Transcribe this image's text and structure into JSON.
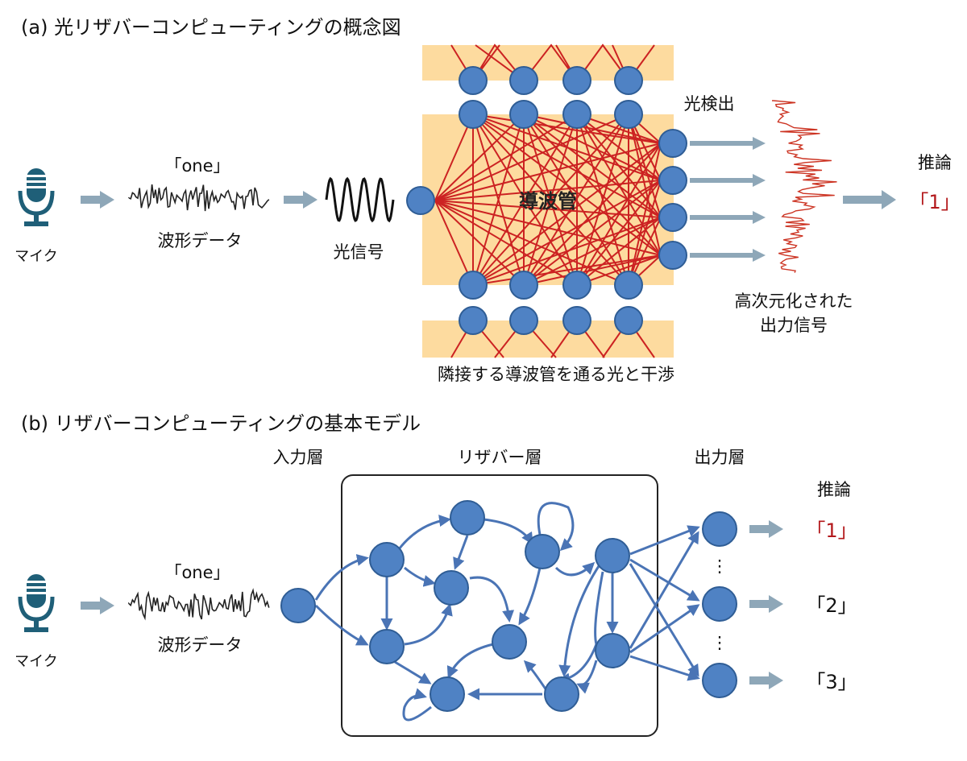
{
  "panel_a": {
    "title": "(a) 光リザバーコンピューティングの概念図",
    "word": "「one」",
    "mic_label": "マイク",
    "waveform_label": "波形データ",
    "optical_signal_label": "光信号",
    "waveguide_label": "導波管",
    "photodetect_label": "光検出",
    "output_signal_label_line1": "高次元化された",
    "output_signal_label_line2": "出力信号",
    "interference_label": "隣接する導波管を通る光と干渉",
    "inference_label": "推論",
    "result": "「1」",
    "colors": {
      "waveguide_band": "#fddb9f",
      "node": "#4f82c4",
      "light_path": "#cc2222",
      "arrow": "#8ea7b8",
      "mic": "#1f5f78"
    }
  },
  "panel_b": {
    "title": "(b) リザバーコンピューティングの基本モデル",
    "word": "「one」",
    "mic_label": "マイク",
    "waveform_label": "波形データ",
    "input_layer_label": "入力層",
    "reservoir_layer_label": "リザバー層",
    "output_layer_label": "出力層",
    "inference_label": "推論",
    "outputs": [
      "「1」",
      "「2」",
      "「3」"
    ],
    "ellipsis": "⋮",
    "colors": {
      "node": "#4f82c4",
      "edge": "#4a74b5",
      "highlight": "#b3181b"
    }
  }
}
